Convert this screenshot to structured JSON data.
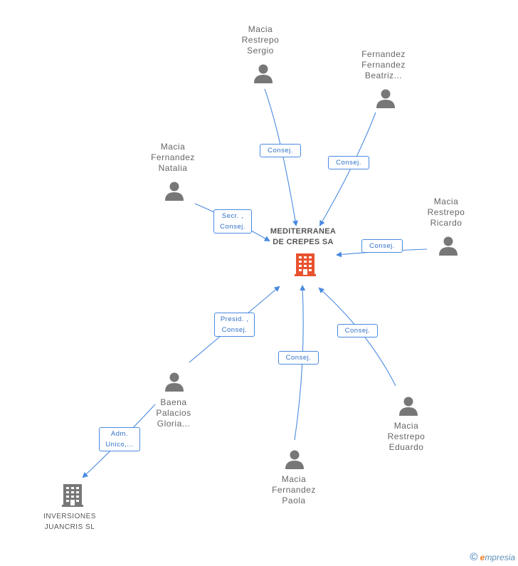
{
  "colors": {
    "edge": "#4a8ae0",
    "person_icon": "#777777",
    "main_company": "#e8522f",
    "other_company": "#777777"
  },
  "main_company": {
    "line1": "MEDITERRANEA",
    "line2": "DE CREPES SA"
  },
  "people": {
    "macia_restrepo_sergio": [
      "Macia",
      "Restrepo",
      "Sergio"
    ],
    "fernandez_fernandez_beatriz": [
      "Fernandez",
      "Fernandez",
      "Beatriz..."
    ],
    "macia_fernandez_natalia": [
      "Macia",
      "Fernandez",
      "Natalia"
    ],
    "macia_restrepo_ricardo": [
      "Macia",
      "Restrepo",
      "Ricardo"
    ],
    "baena_palacios_gloria": [
      "Baena",
      "Palacios",
      "Gloria..."
    ],
    "macia_restrepo_eduardo": [
      "Macia",
      "Restrepo",
      "Eduardo"
    ],
    "macia_fernandez_paola": [
      "Macia",
      "Fernandez",
      "Paola"
    ]
  },
  "relations": {
    "sergio": [
      "Consej."
    ],
    "beatriz": [
      "Consej."
    ],
    "natalia": [
      "Secr. ,",
      "Consej."
    ],
    "ricardo": [
      "Consej."
    ],
    "gloria": [
      "Presid. ,",
      "Consej."
    ],
    "eduardo": [
      "Consej."
    ],
    "paola": [
      "Consej."
    ],
    "gloria_inversiones": [
      "Adm.",
      "Unico,..."
    ]
  },
  "other_company": {
    "line1": "INVERSIONES",
    "line2": "JUANCRIS SL"
  },
  "footer": {
    "copyright": "©",
    "brand_e": "e",
    "brand_rest": "mpresia"
  }
}
